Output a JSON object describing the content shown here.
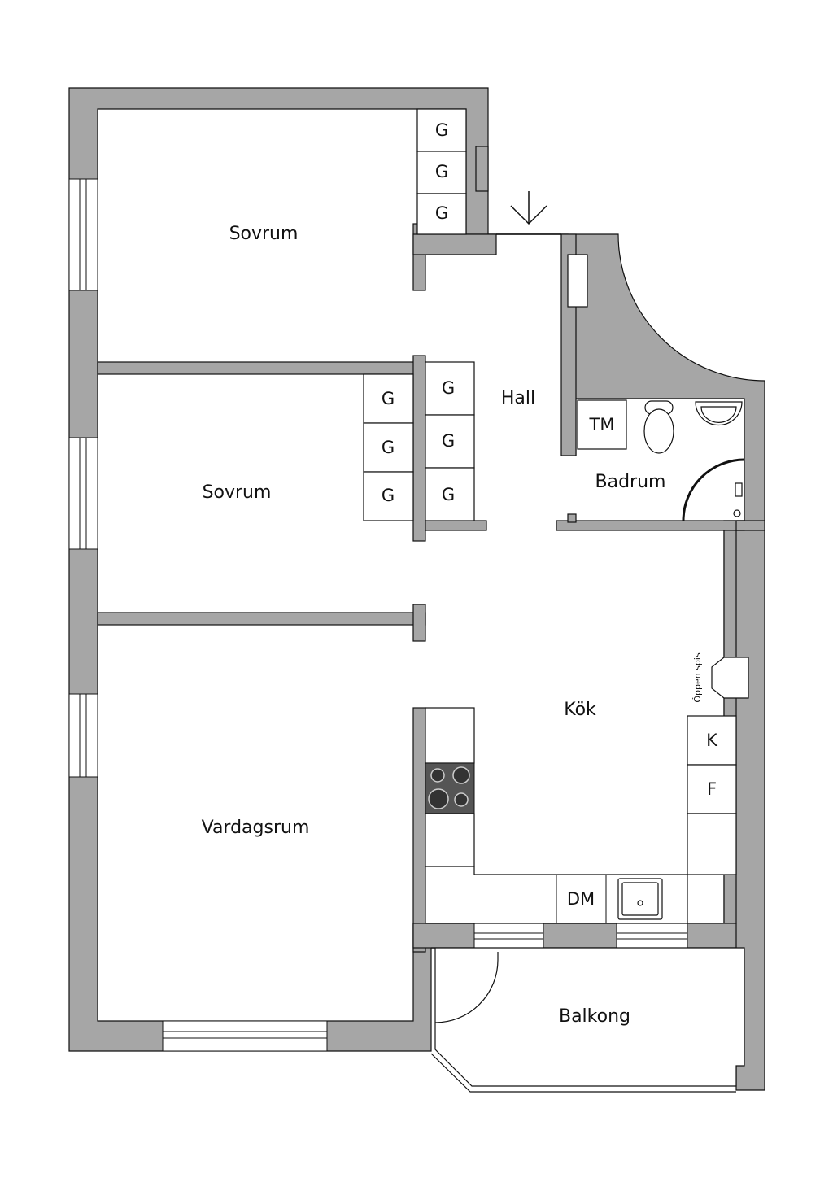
{
  "rooms": {
    "bedroom_1": "Sovrum",
    "bedroom_2": "Sovrum",
    "hall": "Hall",
    "bathroom": "Badrum",
    "kitchen": "Kök",
    "living_room": "Vardagsrum",
    "balcony": "Balkong"
  },
  "fixtures": {
    "wardrobe": "G",
    "washing_machine": "TM",
    "dishwasher": "DM",
    "fridge": "K",
    "freezer": "F",
    "fireplace": "Öppen spis"
  },
  "colors": {
    "wall": "#a6a6a6",
    "line": "#111111"
  }
}
